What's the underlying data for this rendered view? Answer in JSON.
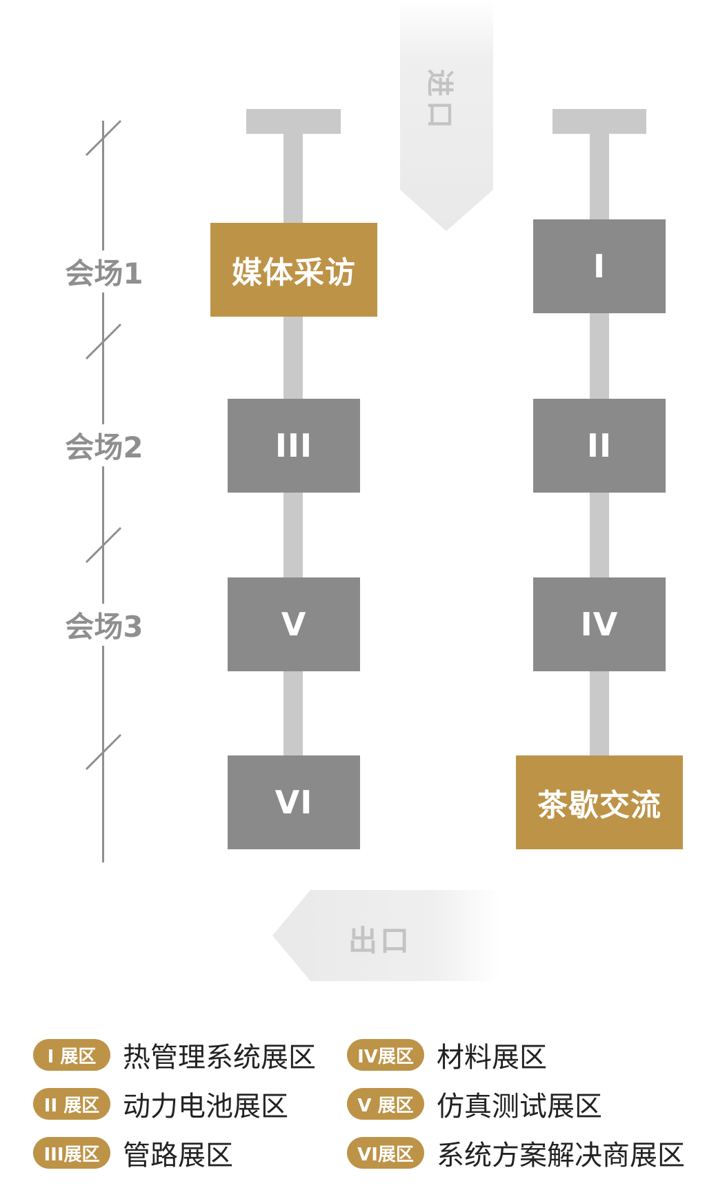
{
  "entrance": {
    "label": "进口"
  },
  "exit": {
    "label": "出口"
  },
  "venues": [
    "会场1",
    "会场2",
    "会场3"
  ],
  "left_column": [
    "媒体采访",
    "III",
    "V",
    "VI"
  ],
  "right_column": [
    "I",
    "II",
    "IV",
    "茶歇交流"
  ],
  "legend": [
    {
      "badge": "I 展区",
      "text": "热管理系统展区"
    },
    {
      "badge": "IV展区",
      "text": "材料展区"
    },
    {
      "badge": "II 展区",
      "text": "动力电池展区"
    },
    {
      "badge": "V 展区",
      "text": "仿真测试展区"
    },
    {
      "badge": "III展区",
      "text": "管路展区"
    },
    {
      "badge": "VI展区",
      "text": "系统方案解决商展区"
    }
  ],
  "colors": {
    "gold": "#bd9347",
    "gray": "#8a8a8a",
    "pole": "#c9c9c9",
    "venue_text": "#8f8f8f"
  }
}
